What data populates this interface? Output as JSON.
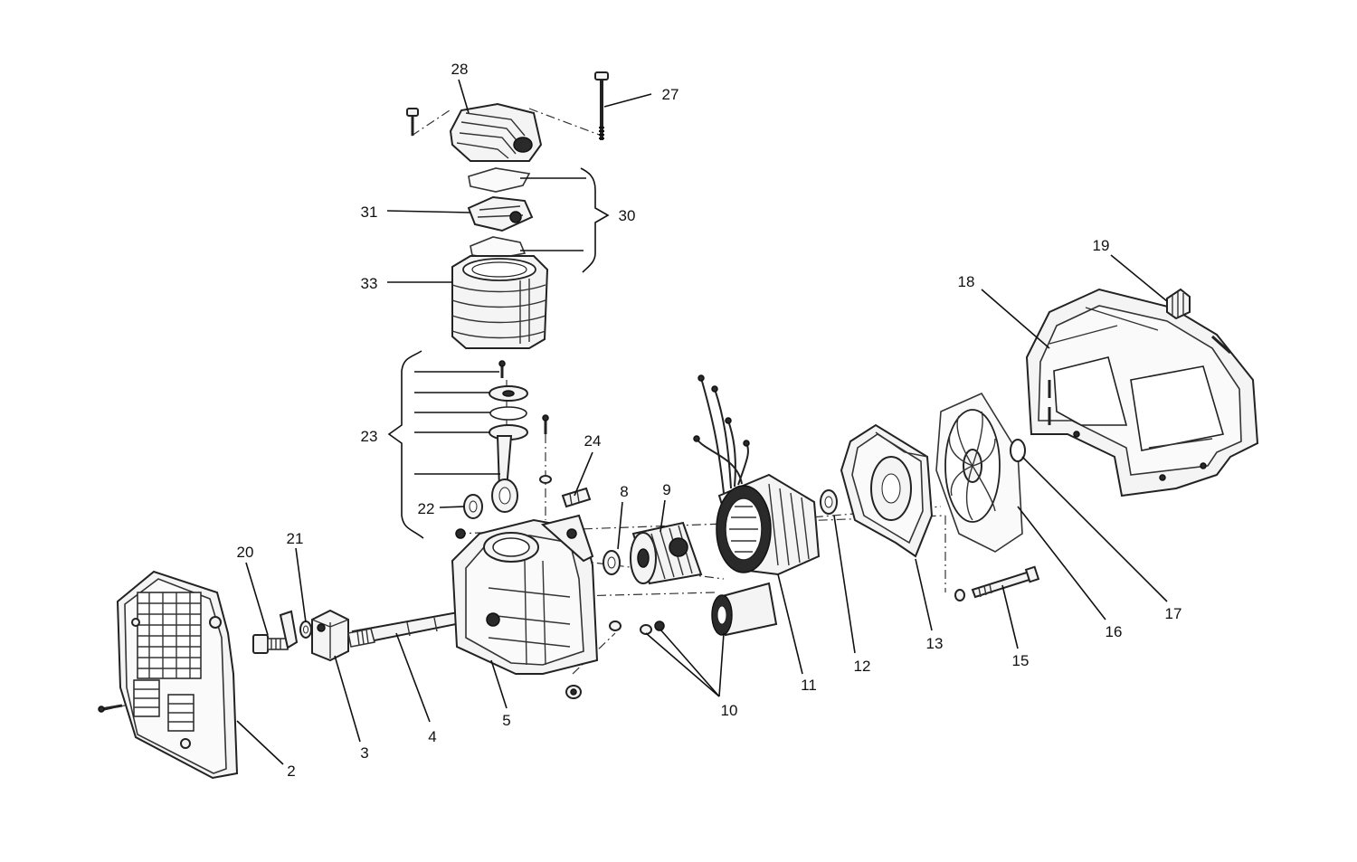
{
  "callouts": [
    {
      "id": "2",
      "label": "2"
    },
    {
      "id": "3",
      "label": "3"
    },
    {
      "id": "4",
      "label": "4"
    },
    {
      "id": "5",
      "label": "5"
    },
    {
      "id": "8",
      "label": "8"
    },
    {
      "id": "9",
      "label": "9"
    },
    {
      "id": "10",
      "label": "10"
    },
    {
      "id": "11",
      "label": "11"
    },
    {
      "id": "12",
      "label": "12"
    },
    {
      "id": "13",
      "label": "13"
    },
    {
      "id": "15",
      "label": "15"
    },
    {
      "id": "16",
      "label": "16"
    },
    {
      "id": "17",
      "label": "17"
    },
    {
      "id": "18",
      "label": "18"
    },
    {
      "id": "19",
      "label": "19"
    },
    {
      "id": "20",
      "label": "20"
    },
    {
      "id": "21",
      "label": "21"
    },
    {
      "id": "22",
      "label": "22"
    },
    {
      "id": "23",
      "label": "23"
    },
    {
      "id": "24",
      "label": "24"
    },
    {
      "id": "27",
      "label": "27"
    },
    {
      "id": "28",
      "label": "28"
    },
    {
      "id": "30",
      "label": "30"
    },
    {
      "id": "31",
      "label": "31"
    },
    {
      "id": "33",
      "label": "33"
    }
  ]
}
